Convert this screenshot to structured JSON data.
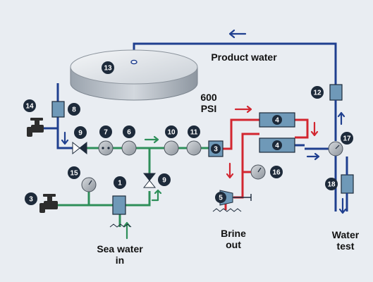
{
  "labels": {
    "product_water": "Product water",
    "pressure_value": "600",
    "pressure_unit": "PSI",
    "brine_line1": "Brine",
    "brine_line2": "out",
    "sea_line1": "Sea water",
    "sea_line2": "in",
    "water_line1": "Water",
    "water_line2": "test"
  },
  "markers": [
    "1",
    "3",
    "4",
    "4",
    "5",
    "6",
    "7",
    "8",
    "9",
    "9",
    "10",
    "11",
    "12",
    "13",
    "14",
    "15",
    "16",
    "17",
    "18"
  ],
  "colors": {
    "product_pipe": "#1f3f8f",
    "feed_pipe": "#2e8f5a",
    "high_pressure_pipe": "#d22630",
    "component_fill": "#6f99b8",
    "marker_fill": "#1d2a3a",
    "background": "#e9edf2"
  }
}
